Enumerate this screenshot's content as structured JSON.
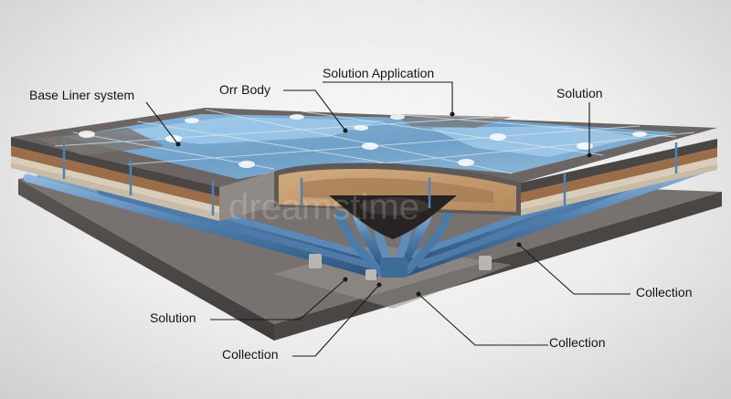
{
  "labels": {
    "base_liner": "Base Liner system",
    "orr_body": "Orr Body",
    "solution_application": "Solution Application",
    "solution_top": "Solution",
    "solution_bottom": "Solution",
    "collection_left": "Collection",
    "collection_center": "Collection",
    "collection_right": "Collection"
  },
  "watermark": "dreamstime",
  "colors": {
    "water": "#7fb2dc",
    "pipe": "#4f7fae",
    "sand": "#c49a6c",
    "soil": "#5a5654",
    "gravel": "#8a8682"
  }
}
